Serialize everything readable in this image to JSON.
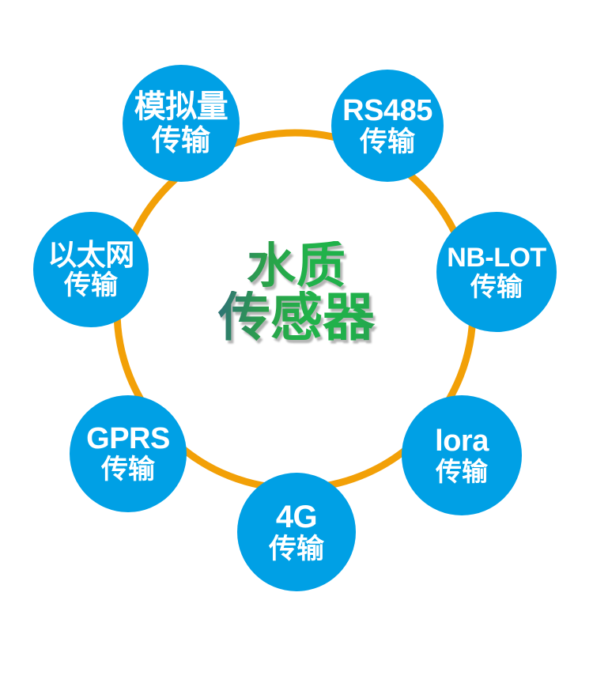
{
  "diagram": {
    "type": "radial-hub-and-spoke",
    "background_color": "#FFFFFF",
    "ring_color": "#F2A007",
    "node_color": "#00A0E5",
    "node_text_color": "#FFFFFF",
    "center_text_gradient_from": "#2F5F8A",
    "center_text_gradient_to": "#21B24A",
    "center": {
      "line1": "水质",
      "line2": "传感器"
    },
    "nodes": [
      {
        "id": "analog",
        "line1": "模拟量",
        "line2": "传输",
        "angle_deg": 300
      },
      {
        "id": "rs485",
        "line1": "RS485",
        "line2": "传输",
        "angle_deg": 348
      },
      {
        "id": "nblot",
        "line1": "NB-LOT",
        "line2": "传输",
        "angle_deg": 42
      },
      {
        "id": "lora",
        "line1": "lora",
        "line2": "传输",
        "angle_deg": 94
      },
      {
        "id": "4g",
        "line1": "4G",
        "line2": "传输",
        "angle_deg": 145
      },
      {
        "id": "gprs",
        "line1": "GPRS",
        "line2": "传输",
        "angle_deg": 198
      },
      {
        "id": "ethernet",
        "line1": "以太网",
        "line2": "传输",
        "angle_deg": 250
      }
    ]
  }
}
